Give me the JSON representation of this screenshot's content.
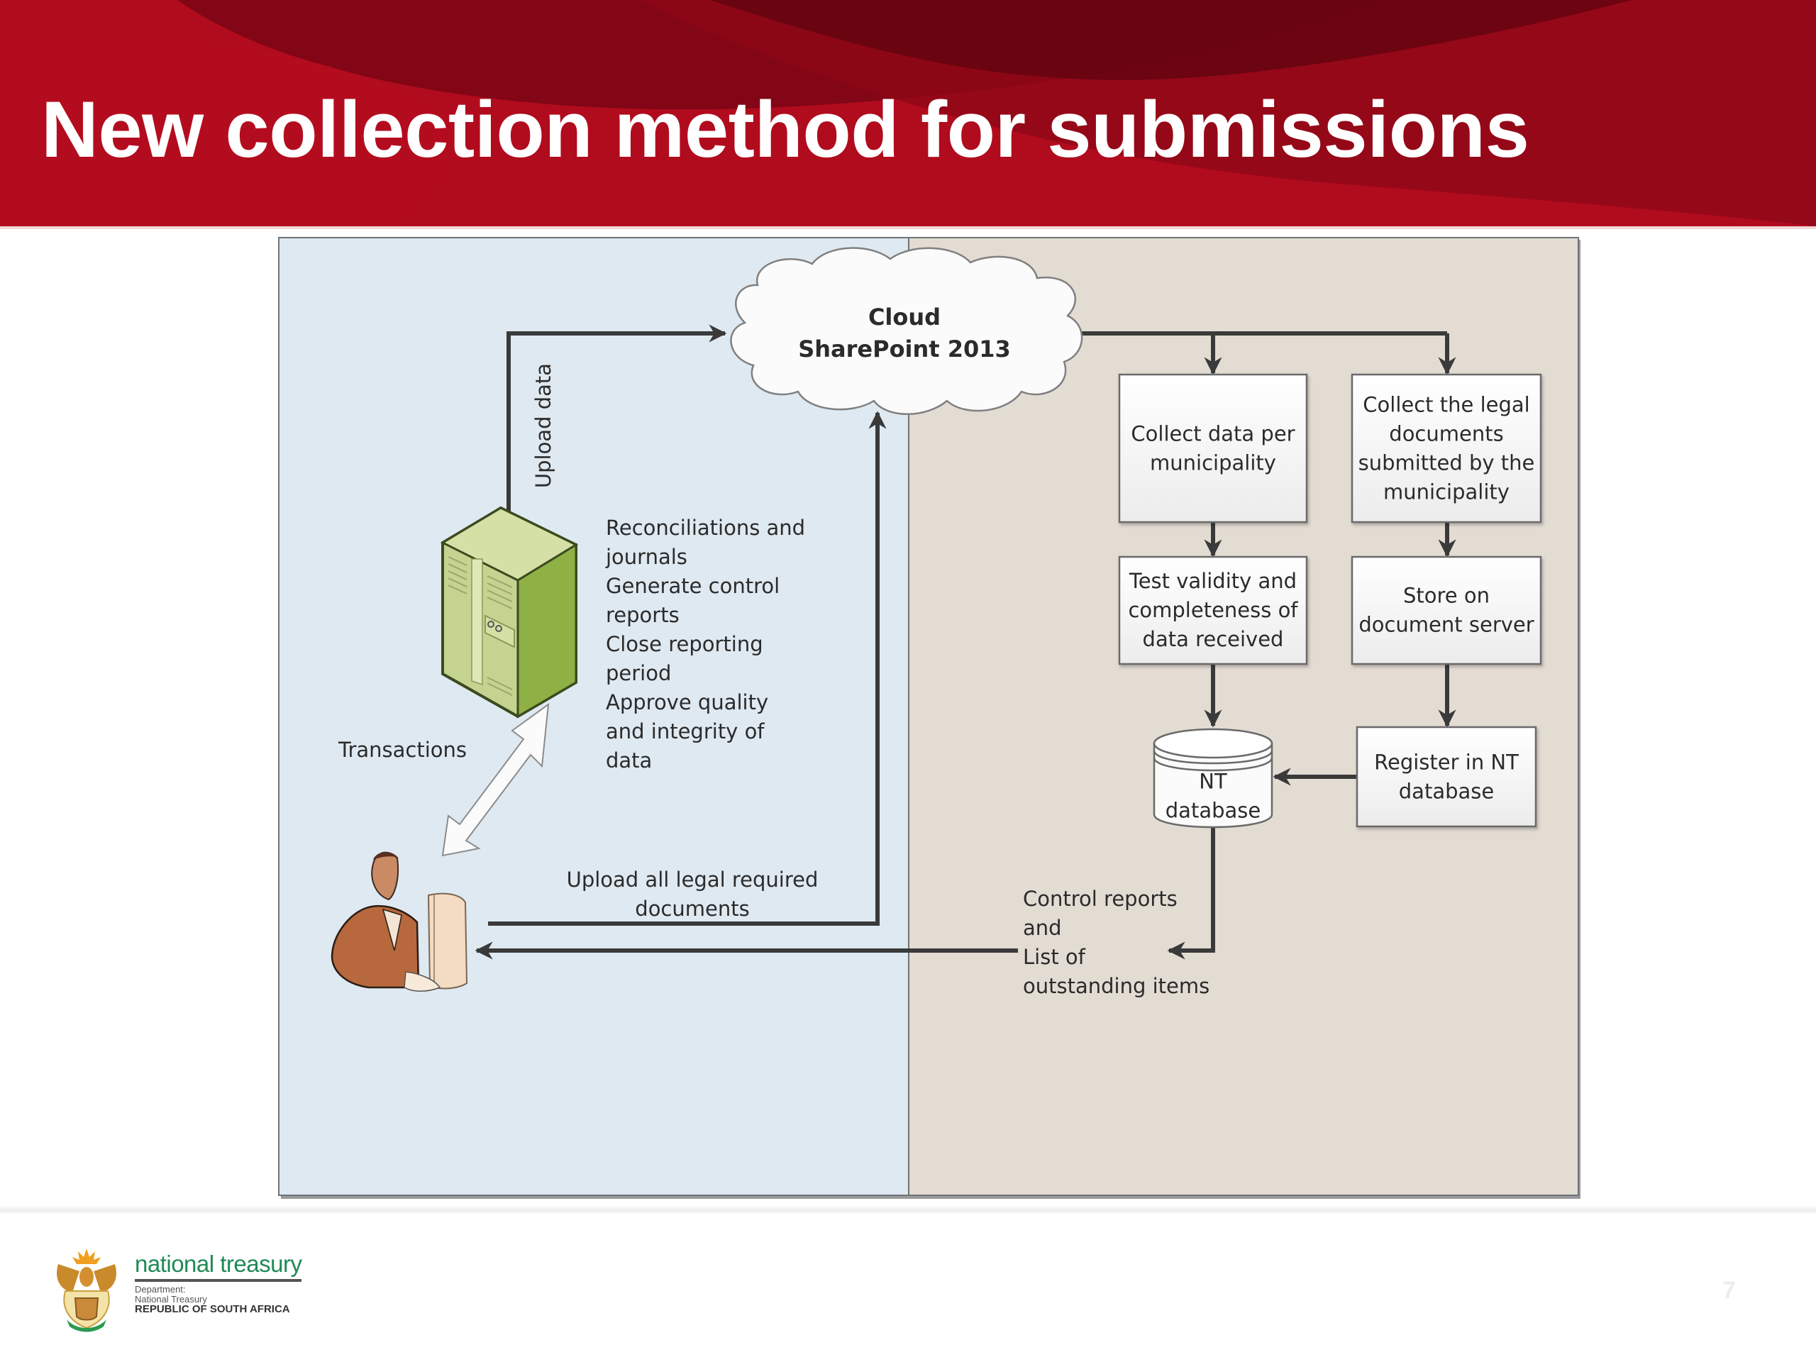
{
  "slide": {
    "title": "New collection method for submissions",
    "page_number": "7",
    "colors": {
      "header_red": "#b10b1e",
      "header_dark": "#6e0612",
      "left_lane": "#dfe9f1",
      "right_lane": "#e3dcd3",
      "connector": "#3a3a3a",
      "server_green": "#c4d38f",
      "brand_green": "#1f8a55"
    }
  },
  "diagram": {
    "cloud": {
      "line1": "Cloud",
      "line2": "SharePoint 2013"
    },
    "upload_data_label": "Upload data",
    "server_tasks": [
      "Reconciliations and",
      "journals",
      "Generate control",
      "reports",
      "Close reporting",
      "period",
      "Approve quality",
      "and integrity of",
      "data"
    ],
    "transactions_label": "Transactions",
    "upload_docs_label": [
      "Upload all legal required",
      "documents"
    ],
    "control_reports_label": [
      "Control reports",
      "and",
      "List of",
      "outstanding items"
    ],
    "boxes": {
      "collect_data": [
        "Collect data per",
        "municipality"
      ],
      "collect_legal": [
        "Collect the legal",
        "documents",
        "submitted by the",
        "municipality"
      ],
      "test_validity": [
        "Test validity and",
        "completeness of",
        "data received"
      ],
      "store_server": [
        "Store on",
        "document server"
      ],
      "register_nt": [
        "Register in NT",
        "database"
      ],
      "nt_database": [
        "NT",
        "database"
      ]
    },
    "icons": {
      "server": "server-tower-icon",
      "person": "person-at-computer-icon",
      "cloud": "cloud-icon",
      "database": "database-cylinder-icon"
    }
  },
  "footer": {
    "org_name": "national treasury",
    "line1": "Department:",
    "line2": "National Treasury",
    "line3": "REPUBLIC OF SOUTH AFRICA"
  }
}
